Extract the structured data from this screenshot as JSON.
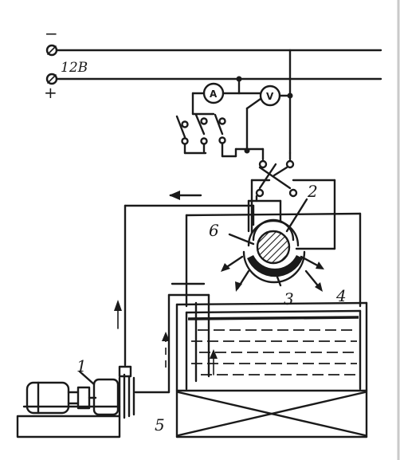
{
  "labels": {
    "minus": "−",
    "voltage": "12В",
    "plus": "+",
    "ammeter": "A",
    "voltmeter": "V",
    "part_1": "1",
    "part_2": "2",
    "part_3": "3",
    "part_4": "4",
    "part_5": "5",
    "part_6": "6"
  }
}
